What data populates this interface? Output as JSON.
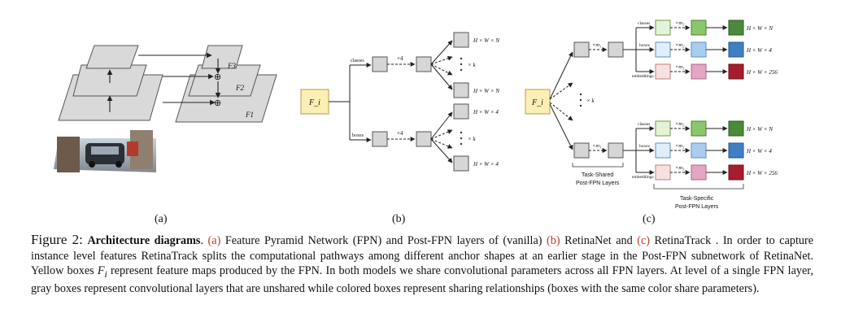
{
  "panels": {
    "a": {
      "label": "(a)",
      "layers": [
        "F3",
        "F2",
        "F1"
      ],
      "plus_symbol": "⊕"
    },
    "b": {
      "label": "(b)",
      "input": "F_i",
      "branch_classes": "classes",
      "branch_boxes": "boxes",
      "times4": "×4",
      "times_k": "× k",
      "out_classes": "H × W × N",
      "out_boxes": "H × W × 4"
    },
    "c": {
      "label": "(c)",
      "input": "F_i",
      "times_m1": "×m₁",
      "times_m2": "×m₂",
      "times_m3": "×m₃",
      "times_k": "× k",
      "branch_classes": "classes",
      "branch_boxes": "boxes",
      "branch_embeddings": "embeddings",
      "out_classes": "H × W × N",
      "out_boxes": "H × W × 4",
      "out_embeddings": "H × W × 256",
      "task_shared_1": "Task-Shared",
      "task_shared_2": "Post-FPN Layers",
      "task_specific_1": "Task-Specific",
      "task_specific_2": "Post-FPN Layers"
    },
    "colors": {
      "yellow": "#fcefb3",
      "gray": "#d6d6d6",
      "green_light": "#e6f2d8",
      "green_dark": "#8cc66b",
      "blue_light": "#deeefb",
      "blue_dark": "#3f7fc4",
      "pink_light": "#f7e0e0",
      "pink_dark": "#e3a6c3",
      "red_dark": "#a61d2d"
    }
  },
  "caption": {
    "figure_label": "Figure 2:",
    "title": "Architecture diagrams",
    "part1": ". ",
    "ref_a": "(a)",
    "part2": " Feature Pyramid Network (FPN) and Post-FPN layers of (vanilla) ",
    "ref_b": "(b)",
    "part3": " RetinaNet and ",
    "ref_c": "(c)",
    "part4": " RetinaTrack . In order to capture instance level features RetinaTrack splits the computational pathways among different anchor shapes at an earlier stage in the Post-FPN subnetwork of RetinaNet. Yellow boxes ",
    "fi": "F",
    "fi_sub": "i",
    "part5": " represent feature maps produced by the FPN. In both models we share convolutional parameters across all FPN layers. At level of a single FPN layer, gray boxes represent convolutional layers that are unshared while colored boxes represent sharing relationships (boxes with the same color share parameters)."
  }
}
